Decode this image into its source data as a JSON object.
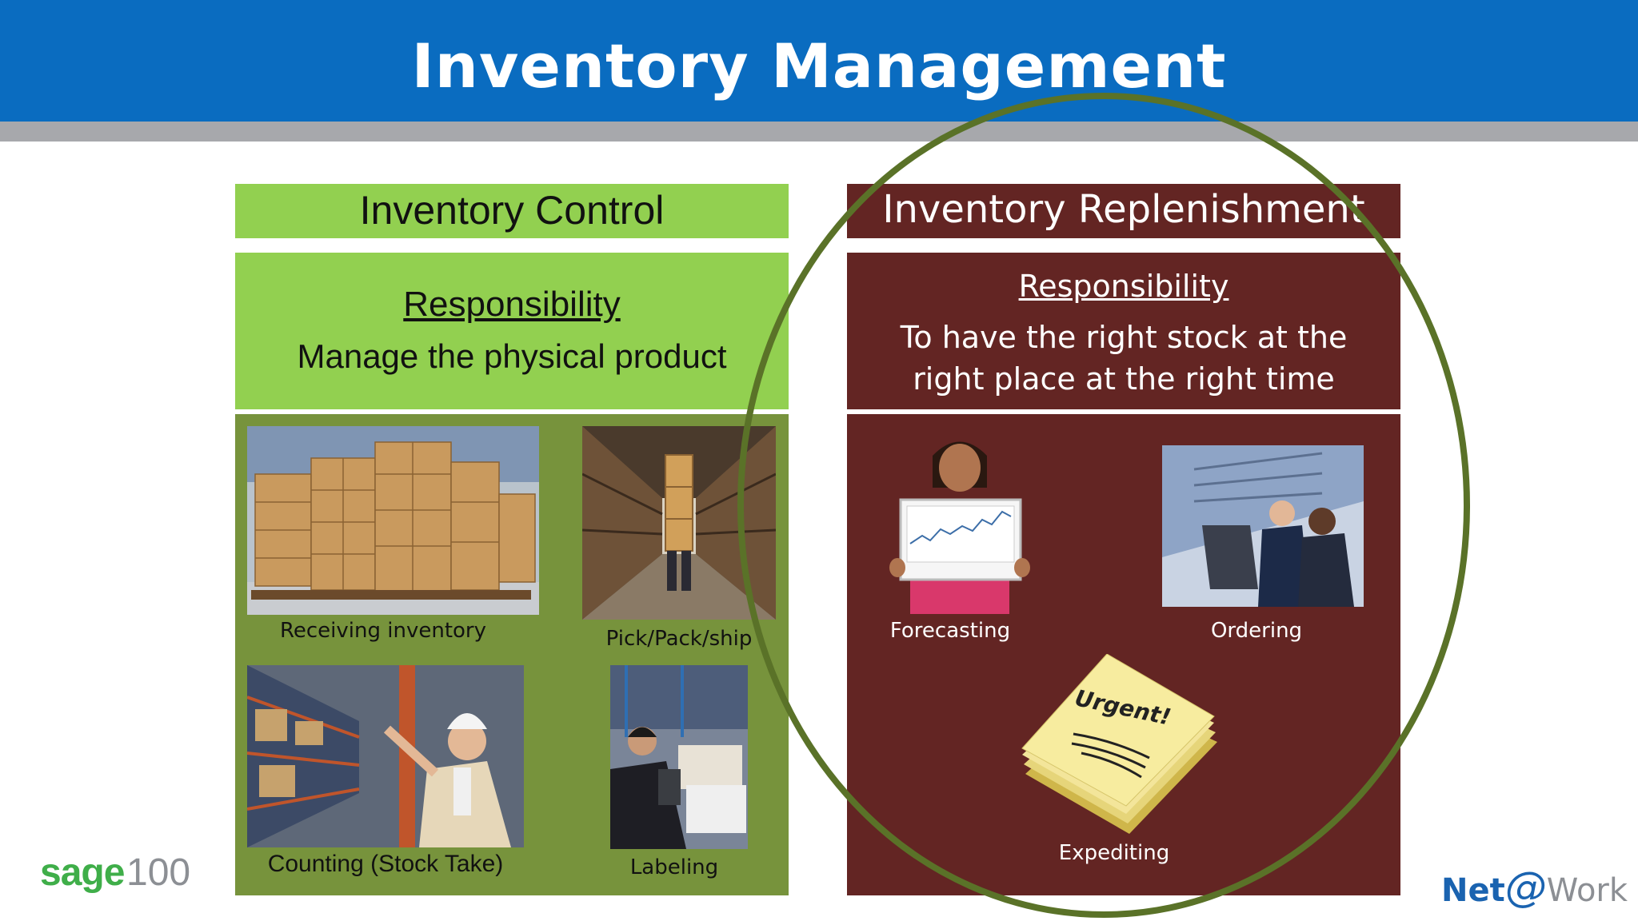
{
  "title": "Inventory Management",
  "colors": {
    "header": "#0a6cc0",
    "band": "#a7a8ac",
    "control_green": "#92d050",
    "control_dark": "#77933c",
    "replenish_maroon": "#632523",
    "oval": "#5a7228"
  },
  "control": {
    "title": "Inventory Control",
    "resp_heading": "Responsibility",
    "resp_text": "Manage the physical product",
    "items": [
      {
        "caption": "Receiving inventory"
      },
      {
        "caption": "Pick/Pack/ship"
      },
      {
        "caption": "Counting (Stock Take)"
      },
      {
        "caption": "Labeling"
      }
    ]
  },
  "replenishment": {
    "title": "Inventory Replenishment",
    "resp_heading": "Responsibility",
    "resp_text": "To have the right stock at the right place at the right time",
    "items": [
      {
        "caption": "Forecasting"
      },
      {
        "caption": "Ordering"
      },
      {
        "caption": "Expediting"
      }
    ],
    "note_text": "Urgent!"
  },
  "footer": {
    "sage_word": "sage",
    "sage_num": "100",
    "brand_net": "Net",
    "brand_at": "@",
    "brand_work": "Work"
  }
}
